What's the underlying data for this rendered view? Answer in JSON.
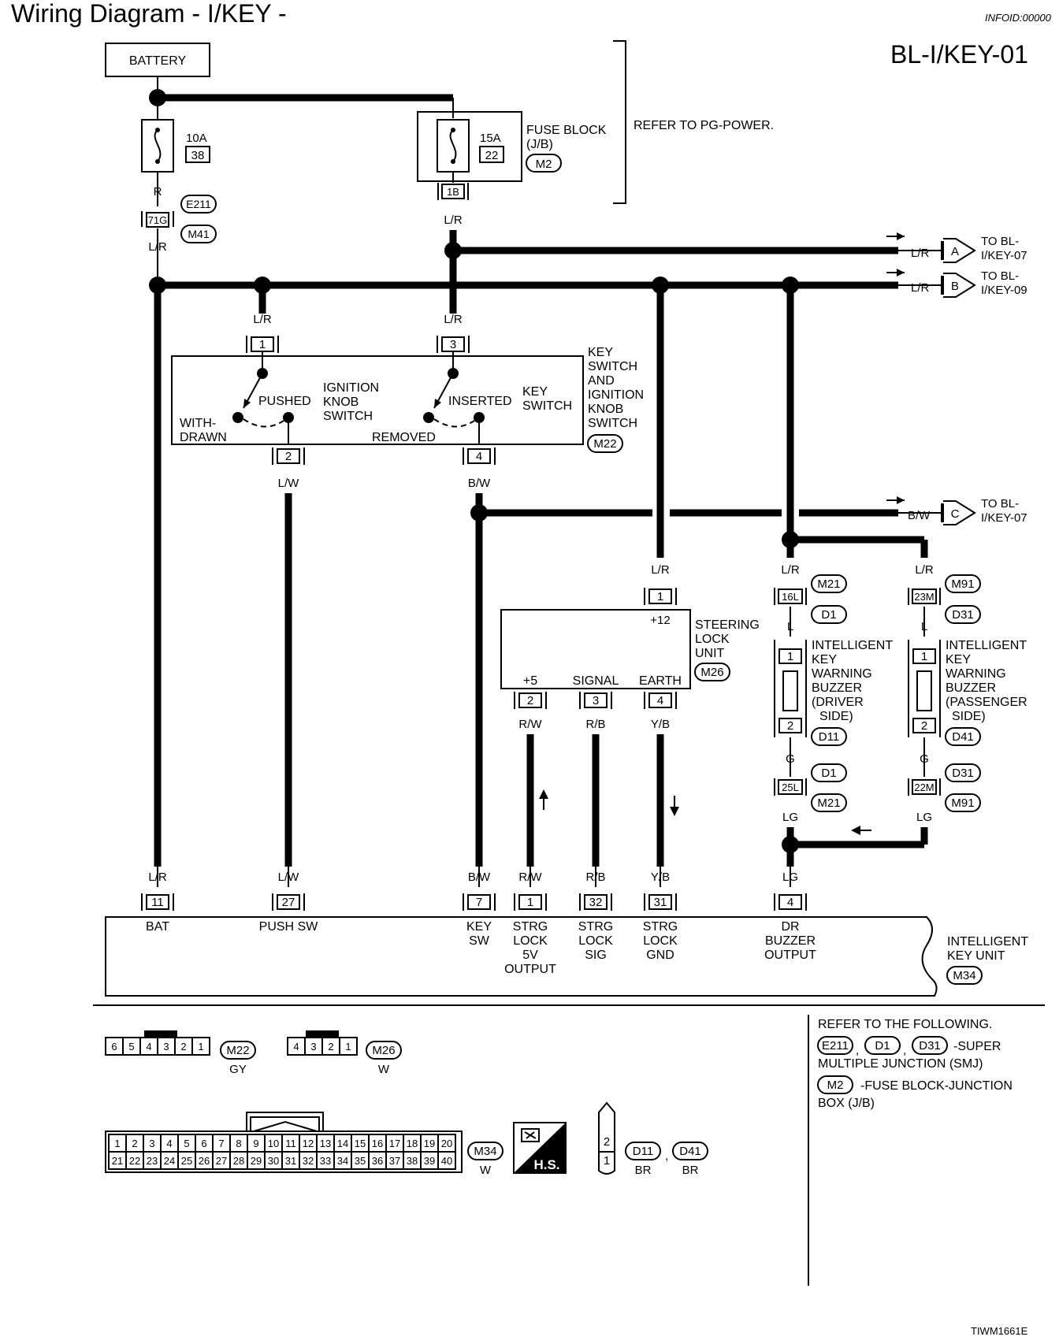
{
  "header": {
    "title": "Wiring Diagram - I/KEY -",
    "info_id": "INFOID:00000",
    "page_code": "BL-I/KEY-01",
    "refer_pg": "REFER TO PG-POWER."
  },
  "battery": {
    "label": "BATTERY"
  },
  "fuses": [
    {
      "amp": "10A",
      "num": "38"
    },
    {
      "amp": "15A",
      "num": "22"
    }
  ],
  "fuse_block": {
    "line1": "FUSE BLOCK",
    "line2": "(J/B)",
    "conn": "M2",
    "terminal": "1B"
  },
  "joint": {
    "upper": "E211",
    "pin": "71G",
    "lower": "M41"
  },
  "wire_colors": {
    "r": "R",
    "lr": "L/R",
    "lw": "L/W",
    "bw": "B/W",
    "rw": "R/W",
    "rb": "R/B",
    "yb": "Y/B",
    "l": "L",
    "g": "G",
    "lg": "LG"
  },
  "to_refs": [
    {
      "color": "L/R",
      "letter": "A",
      "line1": "TO BL-",
      "line2": "I/KEY-07"
    },
    {
      "color": "L/R",
      "letter": "B",
      "line1": "TO BL-",
      "line2": "I/KEY-09"
    },
    {
      "color": "B/W",
      "letter": "C",
      "line1": "TO BL-",
      "line2": "I/KEY-07"
    }
  ],
  "key_switch_unit": {
    "pins": [
      "1",
      "3",
      "2",
      "4"
    ],
    "name_lines": [
      "KEY",
      "SWITCH",
      "AND",
      "IGNITION",
      "KNOB",
      "SWITCH"
    ],
    "conn": "M22",
    "pushed": "PUSHED",
    "withdrawn1": "WITH-",
    "withdrawn2": "DRAWN",
    "ign_knob": [
      "IGNITION",
      "KNOB",
      "SWITCH"
    ],
    "inserted": "INSERTED",
    "removed": "REMOVED",
    "key_switch": [
      "KEY",
      "SWITCH"
    ]
  },
  "steering_lock": {
    "name_lines": [
      "STEERING",
      "LOCK",
      "UNIT"
    ],
    "conn": "M26",
    "top_pin": "1",
    "top_label": "+12",
    "terms": [
      {
        "label": "+5",
        "pin": "2",
        "color": "R/W"
      },
      {
        "label": "SIGNAL",
        "pin": "3",
        "color": "R/B"
      },
      {
        "label": "EARTH",
        "pin": "4",
        "color": "Y/B"
      }
    ]
  },
  "buzzer_driver": {
    "top_pin": "16L",
    "top_c1": "M21",
    "top_c2": "D1",
    "pin1": "1",
    "pin2": "2",
    "name_lines": [
      "INTELLIGENT",
      "KEY",
      "WARNING",
      "BUZZER",
      "(DRIVER",
      "SIDE)"
    ],
    "conn": "D11",
    "bot_pin": "25L",
    "bot_c1": "D1",
    "bot_c2": "M21"
  },
  "buzzer_passenger": {
    "top_pin": "23M",
    "top_c1": "M91",
    "top_c2": "D31",
    "pin1": "1",
    "pin2": "2",
    "name_lines": [
      "INTELLIGENT",
      "KEY",
      "WARNING",
      "BUZZER",
      "(PASSENGER",
      "SIDE)"
    ],
    "conn": "D41",
    "bot_pin": "22M",
    "bot_c1": "D31",
    "bot_c2": "M91"
  },
  "ikey_unit": {
    "name_lines": [
      "INTELLIGENT",
      "KEY UNIT"
    ],
    "conn": "M34",
    "terms": [
      {
        "color": "L/R",
        "pin": "11",
        "lines": [
          "BAT"
        ]
      },
      {
        "color": "L/W",
        "pin": "27",
        "lines": [
          "PUSH SW"
        ]
      },
      {
        "color": "B/W",
        "pin": "7",
        "lines": [
          "KEY",
          "SW"
        ]
      },
      {
        "color": "R/W",
        "pin": "1",
        "lines": [
          "STRG",
          "LOCK",
          "5V",
          "OUTPUT"
        ]
      },
      {
        "color": "R/B",
        "pin": "32",
        "lines": [
          "STRG",
          "LOCK",
          "SIG"
        ]
      },
      {
        "color": "Y/B",
        "pin": "31",
        "lines": [
          "STRG",
          "LOCK",
          "GND"
        ]
      },
      {
        "color": "LG",
        "pin": "4",
        "lines": [
          "DR",
          "BUZZER",
          "OUTPUT"
        ]
      }
    ]
  },
  "legend": {
    "m22": {
      "pins": [
        "6",
        "5",
        "4",
        "3",
        "2",
        "1"
      ],
      "conn": "M22",
      "color": "GY"
    },
    "m26": {
      "pins": [
        "4",
        "3",
        "2",
        "1"
      ],
      "conn": "M26",
      "color": "W"
    },
    "m34": {
      "row1": [
        "1",
        "2",
        "3",
        "4",
        "5",
        "6",
        "7",
        "8",
        "9",
        "10",
        "11",
        "12",
        "13",
        "14",
        "15",
        "16",
        "17",
        "18",
        "19",
        "20"
      ],
      "row2": [
        "21",
        "22",
        "23",
        "24",
        "25",
        "26",
        "27",
        "28",
        "29",
        "30",
        "31",
        "32",
        "33",
        "34",
        "35",
        "36",
        "37",
        "38",
        "39",
        "40"
      ],
      "conn": "M34",
      "color": "W"
    },
    "hs": "H.S.",
    "d11": {
      "pins": [
        "2",
        "1"
      ],
      "c1": "D11",
      "c1_color": "BR",
      "c2": "D41",
      "c2_color": "BR"
    }
  },
  "refer": {
    "line1": "REFER TO THE FOLLOWING.",
    "smj_conns": [
      "E211",
      "D1",
      "D31"
    ],
    "smj_text1": "-SUPER",
    "smj_text2": "MULTIPLE JUNCTION (SMJ)",
    "fb_conn": "M2",
    "fb_text1": "-FUSE BLOCK-JUNCTION",
    "fb_text2": "BOX (J/B)"
  },
  "footer_code": "TIWM1661E"
}
